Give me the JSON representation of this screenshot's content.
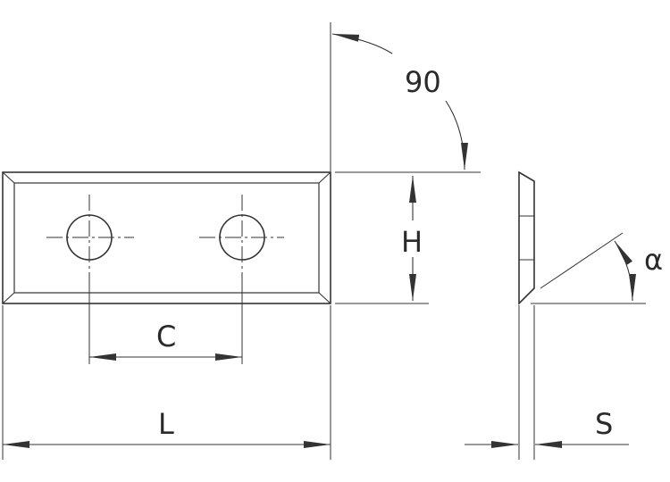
{
  "labels": {
    "angle_top": "90",
    "height": "H",
    "angle_side": "α",
    "hole_spacing": "C",
    "length": "L",
    "thickness": "S"
  },
  "colors": {
    "line": "#333333",
    "fill": "#ffffff"
  }
}
